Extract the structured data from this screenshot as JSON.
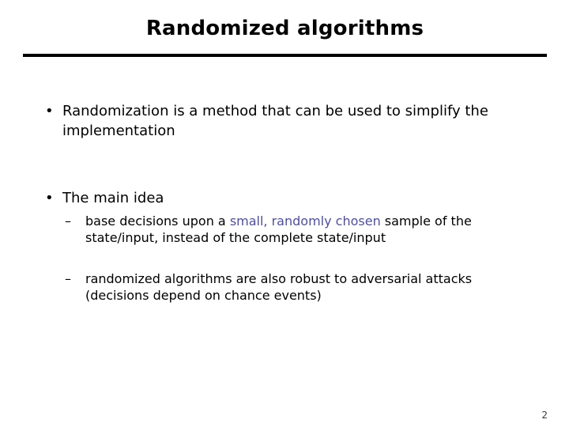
{
  "slide": {
    "title": "Randomized algorithms",
    "page_number": "2",
    "rule_color": "#000000",
    "background_color": "#ffffff",
    "text_color": "#000000",
    "highlight_color": "#4f4f96",
    "bullets": [
      {
        "marker": "•",
        "level": 1,
        "text": "Randomization is a method that can be used to simplify the implementation"
      },
      {
        "marker": "•",
        "level": 1,
        "text": "The main idea"
      }
    ],
    "subbullets": [
      {
        "marker": "–",
        "level": 2,
        "text_before": "base decisions upon a ",
        "text_highlight": "small, randomly chosen",
        "text_after": " sample of the state/input, instead of the complete state/input"
      },
      {
        "marker": "–",
        "level": 2,
        "text_before": "randomized algorithms are also robust to adversarial attacks (decisions depend on chance events)",
        "text_highlight": "",
        "text_after": ""
      }
    ]
  }
}
